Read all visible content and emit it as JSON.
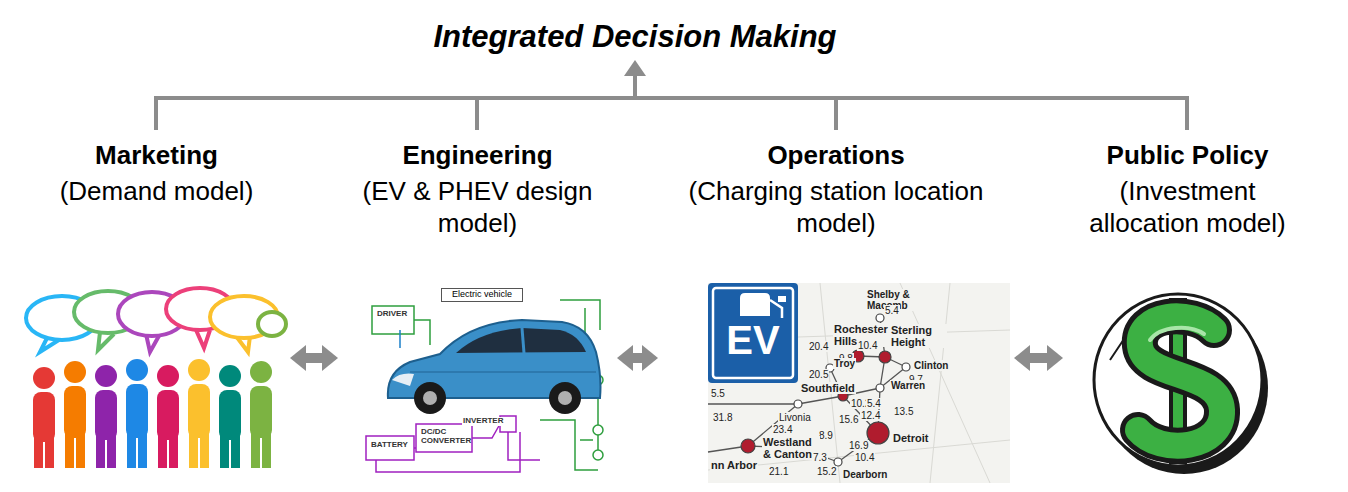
{
  "diagram": {
    "title": "Integrated Decision Making",
    "nodes": [
      {
        "text": [
          "Marketing",
          "(Demand model)"
        ]
      },
      {
        "text": [
          "Engineering",
          "(EV & PHEV design model)"
        ]
      },
      {
        "text": [
          "Operations",
          "(Charging station location model)"
        ]
      },
      {
        "text": [
          "Public Policy",
          "(Investment allocation model)"
        ]
      }
    ],
    "edges": [
      {
        "from": 0,
        "to": 1,
        "arrow": "both"
      },
      {
        "from": 1,
        "to": 2,
        "arrow": "both"
      },
      {
        "from": 2,
        "to": 3,
        "arrow": "both"
      }
    ],
    "labels": [
      "Electric vehicle",
      "DRIVER",
      "INVERTER",
      "DC/DC CONVERTER",
      "BATTERY",
      "EV",
      "Shelby & Macomb",
      "5.4",
      "Rochester Hills",
      "10.4",
      "Sterling Height",
      "20.4",
      "9.8",
      "Troy",
      "20.5",
      "Clinton",
      "9.7",
      "Southfield",
      "Warren",
      "10.2",
      "5.4",
      "12.4",
      "13.5",
      "15.6",
      "5.5",
      "Livonia",
      "31.8",
      "23.4",
      "8.9",
      "16.9",
      "Westland & Canton",
      "Detroit",
      "7.3",
      "10.4",
      "nn Arbor",
      "21.1",
      "15.2",
      "Dearborn"
    ]
  }
}
